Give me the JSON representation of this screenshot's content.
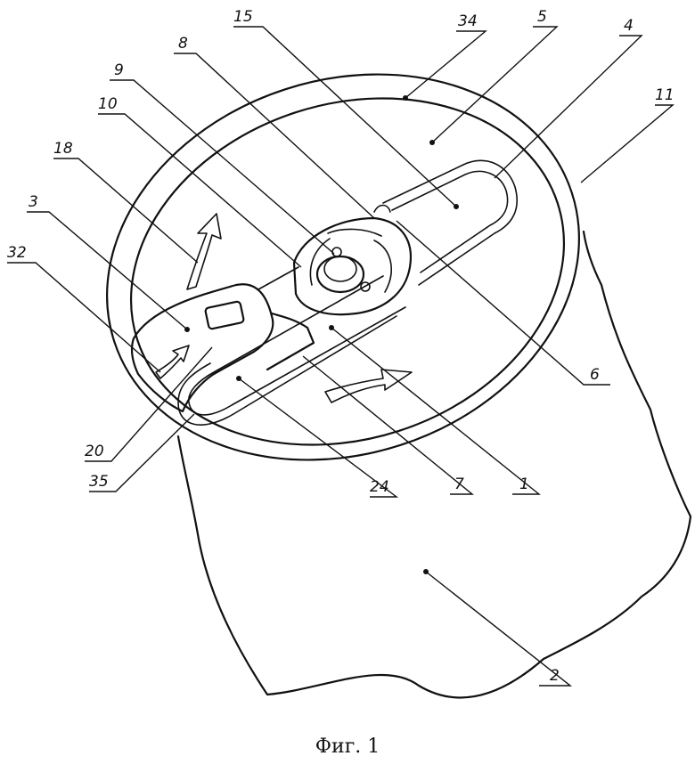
{
  "figure": {
    "caption": "Фиг. 1",
    "labels": {
      "l15": "15",
      "l34": "34",
      "l5": "5",
      "l4": "4",
      "l8": "8",
      "l9": "9",
      "l10": "10",
      "l11": "11",
      "l18": "18",
      "l3": "3",
      "l32": "32",
      "l6": "6",
      "l20": "20",
      "l35": "35",
      "l24": "24",
      "l7": "7",
      "l1": "1",
      "l2": "2"
    }
  }
}
